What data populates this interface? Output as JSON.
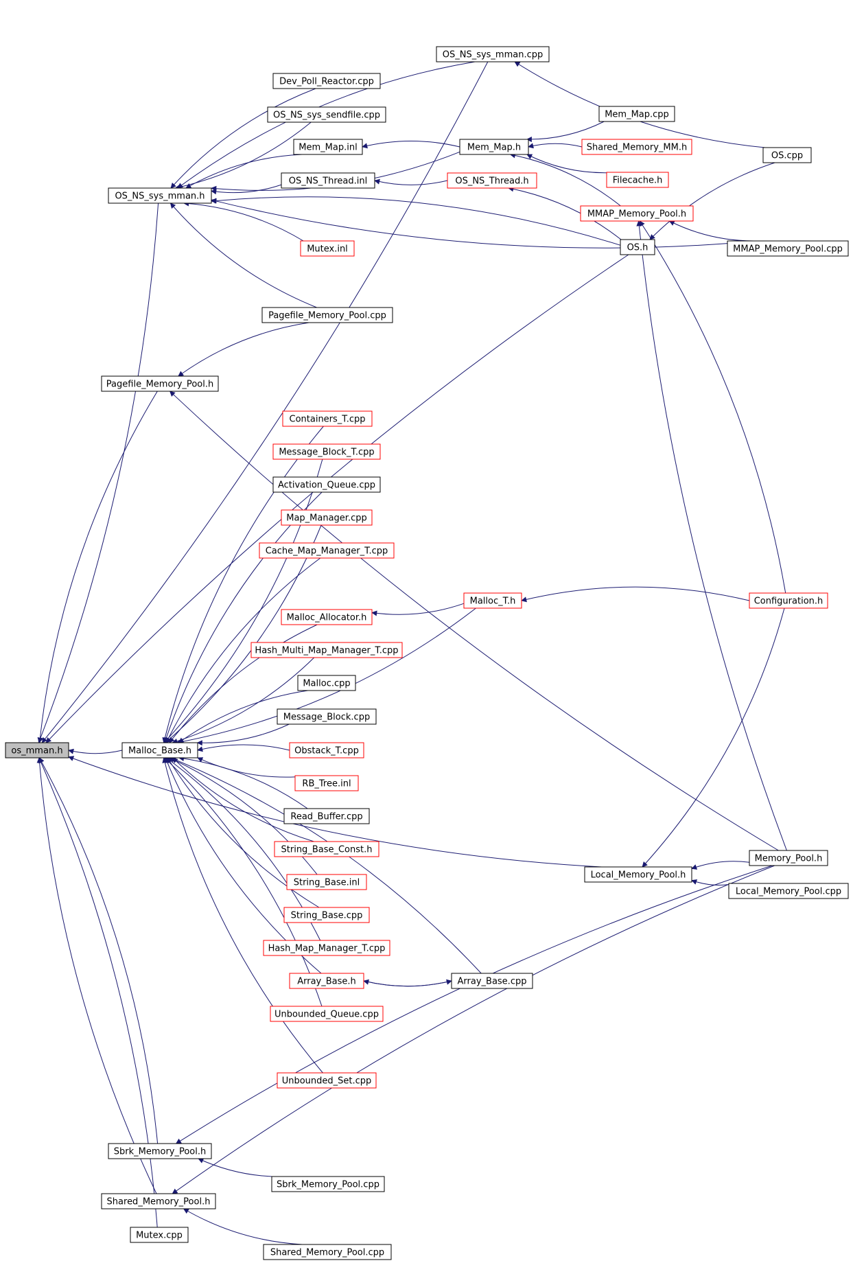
{
  "colors": {
    "edge": "#191970",
    "node_fill": "#ffffff",
    "root_fill": "#bfbfbf",
    "border_black": "#000000",
    "border_red": "#ff0000"
  },
  "nodes": [
    {
      "id": "os_mman_h",
      "label": "os_mman.h",
      "root": true,
      "border": "black"
    },
    {
      "id": "os_ns_sys_mman_h",
      "label": "OS_NS_sys_mman.h",
      "border": "black"
    },
    {
      "id": "pagefile_memory_pool_h",
      "label": "Pagefile_Memory_Pool.h",
      "border": "black"
    },
    {
      "id": "malloc_base_h",
      "label": "Malloc_Base.h",
      "border": "black"
    },
    {
      "id": "sbrk_memory_pool_h",
      "label": "Sbrk_Memory_Pool.h",
      "border": "black"
    },
    {
      "id": "shared_memory_pool_h",
      "label": "Shared_Memory_Pool.h",
      "border": "black"
    },
    {
      "id": "mutex_cpp",
      "label": "Mutex.cpp",
      "border": "black"
    },
    {
      "id": "os_ns_sys_mman_cpp",
      "label": "OS_NS_sys_mman.cpp",
      "border": "black"
    },
    {
      "id": "dev_poll_reactor_cpp",
      "label": "Dev_Poll_Reactor.cpp",
      "border": "black"
    },
    {
      "id": "os_ns_sys_sendfile_cpp",
      "label": "OS_NS_sys_sendfile.cpp",
      "border": "black"
    },
    {
      "id": "mem_map_inl",
      "label": "Mem_Map.inl",
      "border": "black"
    },
    {
      "id": "os_ns_thread_inl",
      "label": "OS_NS_Thread.inl",
      "border": "black"
    },
    {
      "id": "mutex_inl",
      "label": "Mutex.inl",
      "border": "red"
    },
    {
      "id": "pagefile_memory_pool_cpp",
      "label": "Pagefile_Memory_Pool.cpp",
      "border": "black"
    },
    {
      "id": "mem_map_h",
      "label": "Mem_Map.h",
      "border": "black"
    },
    {
      "id": "os_ns_thread_h",
      "label": "OS_NS_Thread.h",
      "border": "red"
    },
    {
      "id": "mem_map_cpp",
      "label": "Mem_Map.cpp",
      "border": "black"
    },
    {
      "id": "shared_memory_mm_h",
      "label": "Shared_Memory_MM.h",
      "border": "red"
    },
    {
      "id": "filecache_h",
      "label": "Filecache.h",
      "border": "red"
    },
    {
      "id": "mmap_memory_pool_h",
      "label": "MMAP_Memory_Pool.h",
      "border": "red"
    },
    {
      "id": "os_h",
      "label": "OS.h",
      "border": "black"
    },
    {
      "id": "os_cpp",
      "label": "OS.cpp",
      "border": "black"
    },
    {
      "id": "mmap_memory_pool_cpp",
      "label": "MMAP_Memory_Pool.cpp",
      "border": "black"
    },
    {
      "id": "containers_t_cpp",
      "label": "Containers_T.cpp",
      "border": "red"
    },
    {
      "id": "message_block_t_cpp",
      "label": "Message_Block_T.cpp",
      "border": "red"
    },
    {
      "id": "activation_queue_cpp",
      "label": "Activation_Queue.cpp",
      "border": "black"
    },
    {
      "id": "map_manager_cpp",
      "label": "Map_Manager.cpp",
      "border": "red"
    },
    {
      "id": "cache_map_manager_t_cpp",
      "label": "Cache_Map_Manager_T.cpp",
      "border": "red"
    },
    {
      "id": "malloc_t_h",
      "label": "Malloc_T.h",
      "border": "red"
    },
    {
      "id": "malloc_allocator_h",
      "label": "Malloc_Allocator.h",
      "border": "red"
    },
    {
      "id": "hash_multi_map_manager_t_cpp",
      "label": "Hash_Multi_Map_Manager_T.cpp",
      "border": "red"
    },
    {
      "id": "malloc_cpp",
      "label": "Malloc.cpp",
      "border": "black"
    },
    {
      "id": "message_block_cpp",
      "label": "Message_Block.cpp",
      "border": "black"
    },
    {
      "id": "obstack_t_cpp",
      "label": "Obstack_T.cpp",
      "border": "red"
    },
    {
      "id": "rb_tree_inl",
      "label": "RB_Tree.inl",
      "border": "red"
    },
    {
      "id": "read_buffer_cpp",
      "label": "Read_Buffer.cpp",
      "border": "black"
    },
    {
      "id": "string_base_const_h",
      "label": "String_Base_Const.h",
      "border": "red"
    },
    {
      "id": "string_base_inl",
      "label": "String_Base.inl",
      "border": "red"
    },
    {
      "id": "string_base_cpp",
      "label": "String_Base.cpp",
      "border": "red"
    },
    {
      "id": "hash_map_manager_t_cpp",
      "label": "Hash_Map_Manager_T.cpp",
      "border": "red"
    },
    {
      "id": "array_base_h",
      "label": "Array_Base.h",
      "border": "red"
    },
    {
      "id": "unbounded_queue_cpp",
      "label": "Unbounded_Queue.cpp",
      "border": "red"
    },
    {
      "id": "unbounded_set_cpp",
      "label": "Unbounded_Set.cpp",
      "border": "red"
    },
    {
      "id": "array_base_cpp",
      "label": "Array_Base.cpp",
      "border": "black"
    },
    {
      "id": "configuration_h",
      "label": "Configuration.h",
      "border": "red"
    },
    {
      "id": "memory_pool_h",
      "label": "Memory_Pool.h",
      "border": "black"
    },
    {
      "id": "local_memory_pool_h",
      "label": "Local_Memory_Pool.h",
      "border": "black"
    },
    {
      "id": "local_memory_pool_cpp",
      "label": "Local_Memory_Pool.cpp",
      "border": "black"
    },
    {
      "id": "sbrk_memory_pool_cpp",
      "label": "Sbrk_Memory_Pool.cpp",
      "border": "black"
    },
    {
      "id": "shared_memory_pool_cpp",
      "label": "Shared_Memory_Pool.cpp",
      "border": "black"
    }
  ],
  "edges": [
    {
      "from": "os_ns_sys_mman_h",
      "to": "os_mman_h"
    },
    {
      "from": "pagefile_memory_pool_h",
      "to": "os_mman_h"
    },
    {
      "from": "malloc_base_h",
      "to": "os_mman_h"
    },
    {
      "from": "sbrk_memory_pool_h",
      "to": "os_mman_h"
    },
    {
      "from": "shared_memory_pool_h",
      "to": "os_mman_h"
    },
    {
      "from": "mutex_cpp",
      "to": "os_mman_h"
    },
    {
      "from": "os_ns_sys_mman_cpp",
      "to": "os_mman_h"
    },
    {
      "from": "os_h",
      "to": "os_mman_h"
    },
    {
      "from": "local_memory_pool_h",
      "to": "os_mman_h"
    },
    {
      "from": "dev_poll_reactor_cpp",
      "to": "os_ns_sys_mman_h"
    },
    {
      "from": "os_ns_sys_sendfile_cpp",
      "to": "os_ns_sys_mman_h"
    },
    {
      "from": "mem_map_inl",
      "to": "os_ns_sys_mman_h"
    },
    {
      "from": "os_ns_thread_inl",
      "to": "os_ns_sys_mman_h"
    },
    {
      "from": "mutex_inl",
      "to": "os_ns_sys_mman_h"
    },
    {
      "from": "pagefile_memory_pool_cpp",
      "to": "os_ns_sys_mman_h"
    },
    {
      "from": "os_ns_sys_mman_cpp",
      "to": "os_ns_sys_mman_h"
    },
    {
      "from": "mem_map_h",
      "to": "os_ns_sys_mman_h"
    },
    {
      "from": "os_h",
      "to": "os_ns_sys_mman_h"
    },
    {
      "from": "mmap_memory_pool_cpp",
      "to": "os_ns_sys_mman_h"
    },
    {
      "from": "mem_map_h",
      "to": "mem_map_inl"
    },
    {
      "from": "mem_map_cpp",
      "to": "mem_map_h"
    },
    {
      "from": "shared_memory_mm_h",
      "to": "mem_map_h"
    },
    {
      "from": "filecache_h",
      "to": "mem_map_h"
    },
    {
      "from": "mmap_memory_pool_h",
      "to": "mem_map_h"
    },
    {
      "from": "os_ns_thread_h",
      "to": "os_ns_thread_inl"
    },
    {
      "from": "os_h",
      "to": "os_ns_thread_h"
    },
    {
      "from": "os_cpp",
      "to": "os_ns_sys_mman_cpp"
    },
    {
      "from": "os_cpp",
      "to": "os_h"
    },
    {
      "from": "mmap_memory_pool_cpp",
      "to": "mmap_memory_pool_h"
    },
    {
      "from": "configuration_h",
      "to": "mmap_memory_pool_h"
    },
    {
      "from": "memory_pool_h",
      "to": "mmap_memory_pool_h"
    },
    {
      "from": "pagefile_memory_pool_cpp",
      "to": "pagefile_memory_pool_h"
    },
    {
      "from": "memory_pool_h",
      "to": "pagefile_memory_pool_h"
    },
    {
      "from": "containers_t_cpp",
      "to": "malloc_base_h"
    },
    {
      "from": "message_block_t_cpp",
      "to": "malloc_base_h"
    },
    {
      "from": "activation_queue_cpp",
      "to": "malloc_base_h"
    },
    {
      "from": "map_manager_cpp",
      "to": "malloc_base_h"
    },
    {
      "from": "cache_map_manager_t_cpp",
      "to": "malloc_base_h"
    },
    {
      "from": "malloc_t_h",
      "to": "malloc_base_h"
    },
    {
      "from": "malloc_allocator_h",
      "to": "malloc_base_h"
    },
    {
      "from": "hash_multi_map_manager_t_cpp",
      "to": "malloc_base_h"
    },
    {
      "from": "malloc_cpp",
      "to": "malloc_base_h"
    },
    {
      "from": "message_block_cpp",
      "to": "malloc_base_h"
    },
    {
      "from": "obstack_t_cpp",
      "to": "malloc_base_h"
    },
    {
      "from": "rb_tree_inl",
      "to": "malloc_base_h"
    },
    {
      "from": "read_buffer_cpp",
      "to": "malloc_base_h"
    },
    {
      "from": "string_base_const_h",
      "to": "malloc_base_h"
    },
    {
      "from": "string_base_inl",
      "to": "malloc_base_h"
    },
    {
      "from": "string_base_cpp",
      "to": "malloc_base_h"
    },
    {
      "from": "hash_map_manager_t_cpp",
      "to": "malloc_base_h"
    },
    {
      "from": "array_base_h",
      "to": "malloc_base_h"
    },
    {
      "from": "unbounded_queue_cpp",
      "to": "malloc_base_h"
    },
    {
      "from": "unbounded_set_cpp",
      "to": "malloc_base_h"
    },
    {
      "from": "array_base_cpp",
      "to": "malloc_base_h"
    },
    {
      "from": "malloc_t_h",
      "to": "malloc_allocator_h"
    },
    {
      "from": "configuration_h",
      "to": "malloc_t_h"
    },
    {
      "from": "array_base_cpp",
      "to": "array_base_h"
    },
    {
      "from": "array_base_h",
      "to": "array_base_cpp"
    },
    {
      "from": "configuration_h",
      "to": "local_memory_pool_h"
    },
    {
      "from": "memory_pool_h",
      "to": "local_memory_pool_h"
    },
    {
      "from": "local_memory_pool_cpp",
      "to": "local_memory_pool_h"
    },
    {
      "from": "memory_pool_h",
      "to": "sbrk_memory_pool_h"
    },
    {
      "from": "sbrk_memory_pool_cpp",
      "to": "sbrk_memory_pool_h"
    },
    {
      "from": "memory_pool_h",
      "to": "shared_memory_pool_h"
    },
    {
      "from": "shared_memory_pool_cpp",
      "to": "shared_memory_pool_h"
    }
  ]
}
